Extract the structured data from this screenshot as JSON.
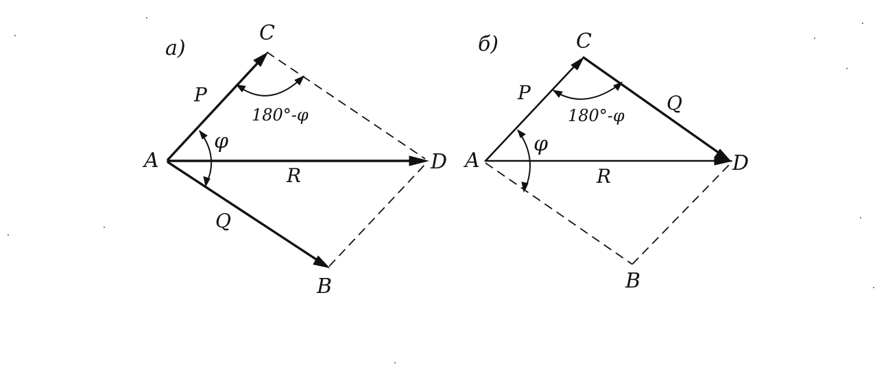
{
  "panels": [
    {
      "id": "a",
      "label": "а)",
      "points": {
        "A": "A",
        "B": "B",
        "C": "C",
        "D": "D"
      },
      "vectors": {
        "P": "P",
        "Q": "Q",
        "R": "R"
      },
      "angle_phi": "φ",
      "angle_supplement": "180°-φ"
    },
    {
      "id": "b",
      "label": "б)",
      "points": {
        "A": "A",
        "B": "B",
        "C": "C",
        "D": "D"
      },
      "vectors": {
        "P": "P",
        "Q": "Q",
        "R": "R"
      },
      "angle_phi": "φ",
      "angle_supplement": "180°-φ"
    }
  ],
  "colors": {
    "ink": "#111111",
    "paper": "#ffffff"
  }
}
